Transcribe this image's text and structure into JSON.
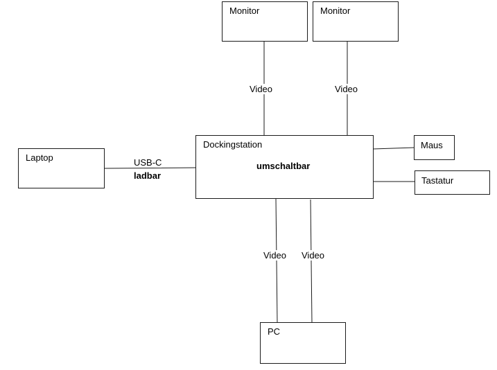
{
  "nodes": {
    "monitor1": {
      "label": "Monitor"
    },
    "monitor2": {
      "label": "Monitor"
    },
    "dock": {
      "label": "Dockingstation",
      "sublabel": "umschaltbar"
    },
    "laptop": {
      "label": "Laptop"
    },
    "maus": {
      "label": "Maus"
    },
    "tastatur": {
      "label": "Tastatur"
    },
    "pc": {
      "label": "PC"
    }
  },
  "edges": {
    "monitor1_dock": {
      "label": "Video"
    },
    "monitor2_dock": {
      "label": "Video"
    },
    "laptop_dock": {
      "label": "USB-C",
      "sublabel": "ladbar"
    },
    "dock_maus": {
      "label": ""
    },
    "dock_tastatur": {
      "label": ""
    },
    "dock_pc_1": {
      "label": "Video"
    },
    "dock_pc_2": {
      "label": "Video"
    }
  }
}
